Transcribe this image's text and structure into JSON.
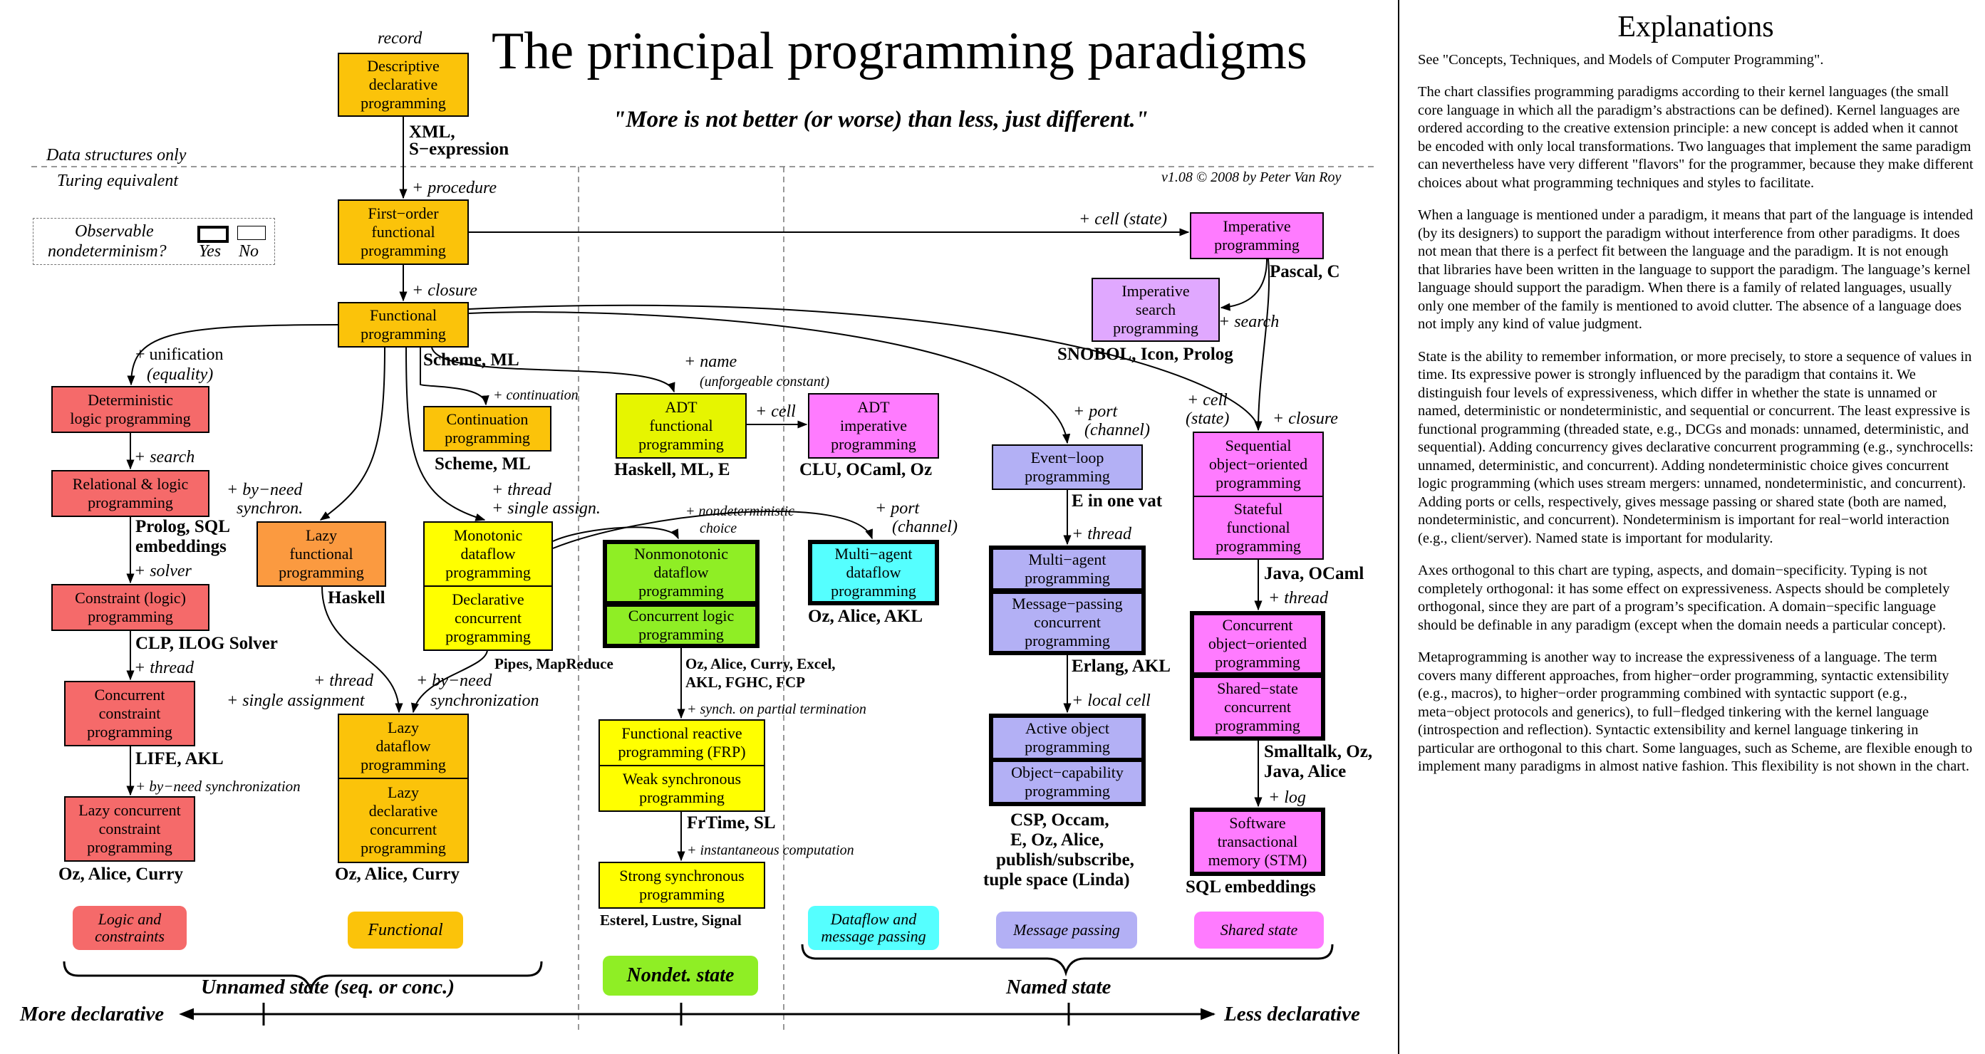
{
  "title": "The principal programming paradigms",
  "motto": "\"More is not better (or worse) than less, just different.\"",
  "credit": "v1.08 © 2008 by Peter Van Roy",
  "data_structures_only": "Data structures only",
  "turing_equivalent": "Turing equivalent",
  "legend": {
    "observable": "Observable",
    "nondet": "nondeterminism?",
    "yes": "Yes",
    "no": "No"
  },
  "colors": {
    "logic": "#f56a6a",
    "functional": "#fbc30a",
    "lazy": "#fb9a40",
    "dataflow": "#ffff00",
    "adt": "#e6f500",
    "nondet": "#8fee25",
    "multiagent": "#55ffff",
    "message": "#b3b0f5",
    "shared": "#ff7bff",
    "impsearch": "#e0a8ff"
  },
  "boxes": {
    "descriptive": {
      "lines": [
        "Descriptive",
        "declarative",
        "programming"
      ]
    },
    "first_order": {
      "lines": [
        "First−order",
        "functional",
        "programming"
      ]
    },
    "functional": {
      "lines": [
        "Functional",
        "programming"
      ]
    },
    "imperative": {
      "lines": [
        "Imperative",
        "programming"
      ]
    },
    "imp_search": {
      "lines": [
        "Imperative",
        "search",
        "programming"
      ]
    },
    "det_logic": {
      "lines": [
        "Deterministic",
        "logic programming"
      ]
    },
    "relational": {
      "lines": [
        "Relational & logic",
        "programming"
      ]
    },
    "constraint": {
      "lines": [
        "Constraint (logic)",
        "programming"
      ]
    },
    "conc_constraint": {
      "lines": [
        "Concurrent",
        "constraint",
        "programming"
      ]
    },
    "lazy_conc_constraint": {
      "lines": [
        "Lazy concurrent",
        "constraint",
        "programming"
      ]
    },
    "continuation": {
      "lines": [
        "Continuation",
        "programming"
      ]
    },
    "lazy_functional": {
      "lines": [
        "Lazy",
        "functional",
        "programming"
      ]
    },
    "monotonic": {
      "lines": [
        "Monotonic",
        "dataflow",
        "programming"
      ]
    },
    "declarative_conc": {
      "lines": [
        "Declarative",
        "concurrent",
        "programming"
      ]
    },
    "lazy_dataflow": {
      "lines": [
        "Lazy",
        "dataflow",
        "programming"
      ]
    },
    "lazy_declarative": {
      "lines": [
        "Lazy",
        "declarative",
        "concurrent",
        "programming"
      ]
    },
    "adt_functional": {
      "lines": [
        "ADT",
        "functional",
        "programming"
      ]
    },
    "adt_imperative": {
      "lines": [
        "ADT",
        "imperative",
        "programming"
      ]
    },
    "nonmonotonic": {
      "lines": [
        "Nonmonotonic",
        "dataflow",
        "programming"
      ]
    },
    "conc_logic": {
      "lines": [
        "Concurrent logic",
        "programming"
      ]
    },
    "frp": {
      "lines": [
        "Functional reactive",
        "programming (FRP)"
      ]
    },
    "weak_sync": {
      "lines": [
        "Weak synchronous",
        "programming"
      ]
    },
    "strong_sync": {
      "lines": [
        "Strong synchronous",
        "programming"
      ]
    },
    "multiagent_dataflow": {
      "lines": [
        "Multi−agent",
        "dataflow",
        "programming"
      ]
    },
    "event_loop": {
      "lines": [
        "Event−loop",
        "programming"
      ]
    },
    "multiagent": {
      "lines": [
        "Multi−agent",
        "programming"
      ]
    },
    "message_passing": {
      "lines": [
        "Message−passing",
        "concurrent",
        "programming"
      ]
    },
    "active_object": {
      "lines": [
        "Active object",
        "programming"
      ]
    },
    "object_capability": {
      "lines": [
        "Object−capability",
        "programming"
      ]
    },
    "sequential_oo": {
      "lines": [
        "Sequential",
        "object−oriented",
        "programming"
      ]
    },
    "stateful_functional": {
      "lines": [
        "Stateful",
        "functional",
        "programming"
      ]
    },
    "conc_oo": {
      "lines": [
        "Concurrent",
        "object−oriented",
        "programming"
      ]
    },
    "shared_state": {
      "lines": [
        "Shared−state",
        "concurrent",
        "programming"
      ]
    },
    "stm": {
      "lines": [
        "Software",
        "transactional",
        "memory (STM)"
      ]
    }
  },
  "edge_labels": {
    "record": "record",
    "procedure": "+ procedure",
    "closure": "+ closure",
    "unification": "+ unification",
    "equality": "(equality)",
    "continuation": "+ continuation",
    "name": "+ name",
    "unforgeable": "(unforgeable constant)",
    "cell": "+ cell",
    "cell_state": "+ cell (state)",
    "search1": "+ search",
    "search2": "+ search",
    "solver": "+ solver",
    "thread1": "+ thread",
    "thread2": "+ thread",
    "single_assign": "+ single assign.",
    "by_need": "+ by−need",
    "synchron": "synchron.",
    "nondet_choice1": "+ nondeterministic",
    "nondet_choice2": "choice",
    "port1": "+ port",
    "port1b": "(channel)",
    "port2": "+ port",
    "port2b": "(channel)",
    "thread3": "+ thread",
    "single_assignment": "+ single assignment",
    "by_need_sync1": "+ by−need",
    "by_need_sync2": "synchronization",
    "by_need_sync3": "+ by−need synchronization",
    "synch_partial": "+ synch. on partial termination",
    "instantaneous": "+ instantaneous computation",
    "thread4": "+ thread",
    "local_cell": "+ local cell",
    "cell2": "+ cell",
    "state2": "(state)",
    "closure2": "+ closure",
    "thread5": "+ thread",
    "log": "+ log"
  },
  "languages": {
    "xml": "XML,",
    "sexpr": "S−expression",
    "pascal": "Pascal, C",
    "snobol": "SNOBOL, Icon, Prolog",
    "scheme_ml1": "Scheme, ML",
    "scheme_ml2": "Scheme, ML",
    "prolog": "Prolog, SQL",
    "embeddings": "embeddings",
    "clp": "CLP, ILOG Solver",
    "life": "LIFE, AKL",
    "oz_alice_curry1": "Oz, Alice, Curry",
    "haskell": "Haskell",
    "pipes": "Pipes, MapReduce",
    "oz_alice_curry2": "Oz, Alice, Curry",
    "haskell_ml_e": "Haskell, ML, E",
    "clu": "CLU, OCaml, Oz",
    "oz_multi1": "Oz, Alice, Curry, Excel,",
    "oz_multi2": "AKL, FGHC, FCP",
    "frtime": "FrTime, SL",
    "esterel": "Esterel, Lustre, Signal",
    "oz_alice_akl": "Oz, Alice, AKL",
    "e_one_vat": "E in one vat",
    "erlang": "Erlang, AKL",
    "csp1": "CSP, Occam,",
    "csp2": "E, Oz, Alice,",
    "csp3": "publish/subscribe,",
    "csp4": "tuple space (Linda)",
    "java_ocaml": "Java, OCaml",
    "smalltalk1": "Smalltalk, Oz,",
    "smalltalk2": "Java, Alice",
    "sql_embed": "SQL embeddings"
  },
  "categories": {
    "logic": "Logic and constraints",
    "functional": "Functional",
    "dataflow": "Dataflow and message passing",
    "message": "Message passing",
    "shared": "Shared state",
    "nondet_state": "Nondet. state",
    "unnamed_state": "Unnamed state (seq. or conc.)",
    "named_state": "Named state",
    "more_declarative": "More declarative",
    "less_declarative": "Less declarative"
  },
  "explanations": {
    "heading": "Explanations",
    "p1": "See \"Concepts, Techniques, and Models of Computer Programming\".",
    "p2": "The chart classifies programming paradigms according to their kernel languages (the small core language in which all the paradigm’s abstractions can be defined). Kernel languages are ordered according to the creative extension principle: a new concept is added when it cannot be encoded with only local transformations. Two languages that implement the same paradigm can nevertheless have very different \"flavors\" for the programmer, because they make different choices about what programming techniques and styles to facilitate.",
    "p3": "When a language is mentioned under a paradigm, it means that part of the language is intended (by its designers) to support the paradigm without interference from other paradigms. It does not mean that there is a perfect fit between the language and the paradigm. It is not enough that libraries have been written in the language to support the paradigm. The language’s kernel language should support the paradigm. When there is a family of related languages, usually only one member of the family is mentioned to avoid clutter. The absence of a language does not imply any kind of value judgment.",
    "p4": "State is the ability to remember information, or more precisely, to store a sequence of values in time. Its expressive power is strongly influenced by the paradigm that contains it. We distinguish four levels of expressiveness, which differ in whether the state is unnamed or named, deterministic or nondeterministic, and sequential or concurrent. The least expressive is functional programming (threaded state, e.g., DCGs and monads: unnamed, deterministic, and sequential). Adding concurrency gives declarative concurrent programming (e.g., synchrocells: unnamed, deterministic, and concurrent). Adding nondeterministic choice gives concurrent logic programming (which uses stream mergers: unnamed, nondeterministic, and concurrent). Adding ports or cells, respectively, gives message passing or shared state (both are named, nondeterministic, and concurrent). Nondeterminism is important for real−world interaction (e.g., client/server). Named state is important for modularity.",
    "p5": "Axes orthogonal to this chart are typing, aspects, and domain−specificity. Typing is not completely orthogonal: it has some effect on expressiveness. Aspects should be completely orthogonal, since they are part of a program’s specification. A domain−specific language should be definable in any paradigm (except when the domain needs a particular concept).",
    "p6": "Metaprogramming is another way to increase the expressiveness of a language. The term covers many different approaches, from higher−order programming, syntactic extensibility (e.g., macros), to higher−order programming combined with syntactic support (e.g., meta−object protocols and generics), to full−fledged tinkering with the kernel language (introspection and reflection). Syntactic extensibility and kernel language tinkering in particular are orthogonal to this chart. Some languages, such as Scheme, are flexible enough to implement many paradigms in almost native fashion. This flexibility is not shown in the chart."
  }
}
